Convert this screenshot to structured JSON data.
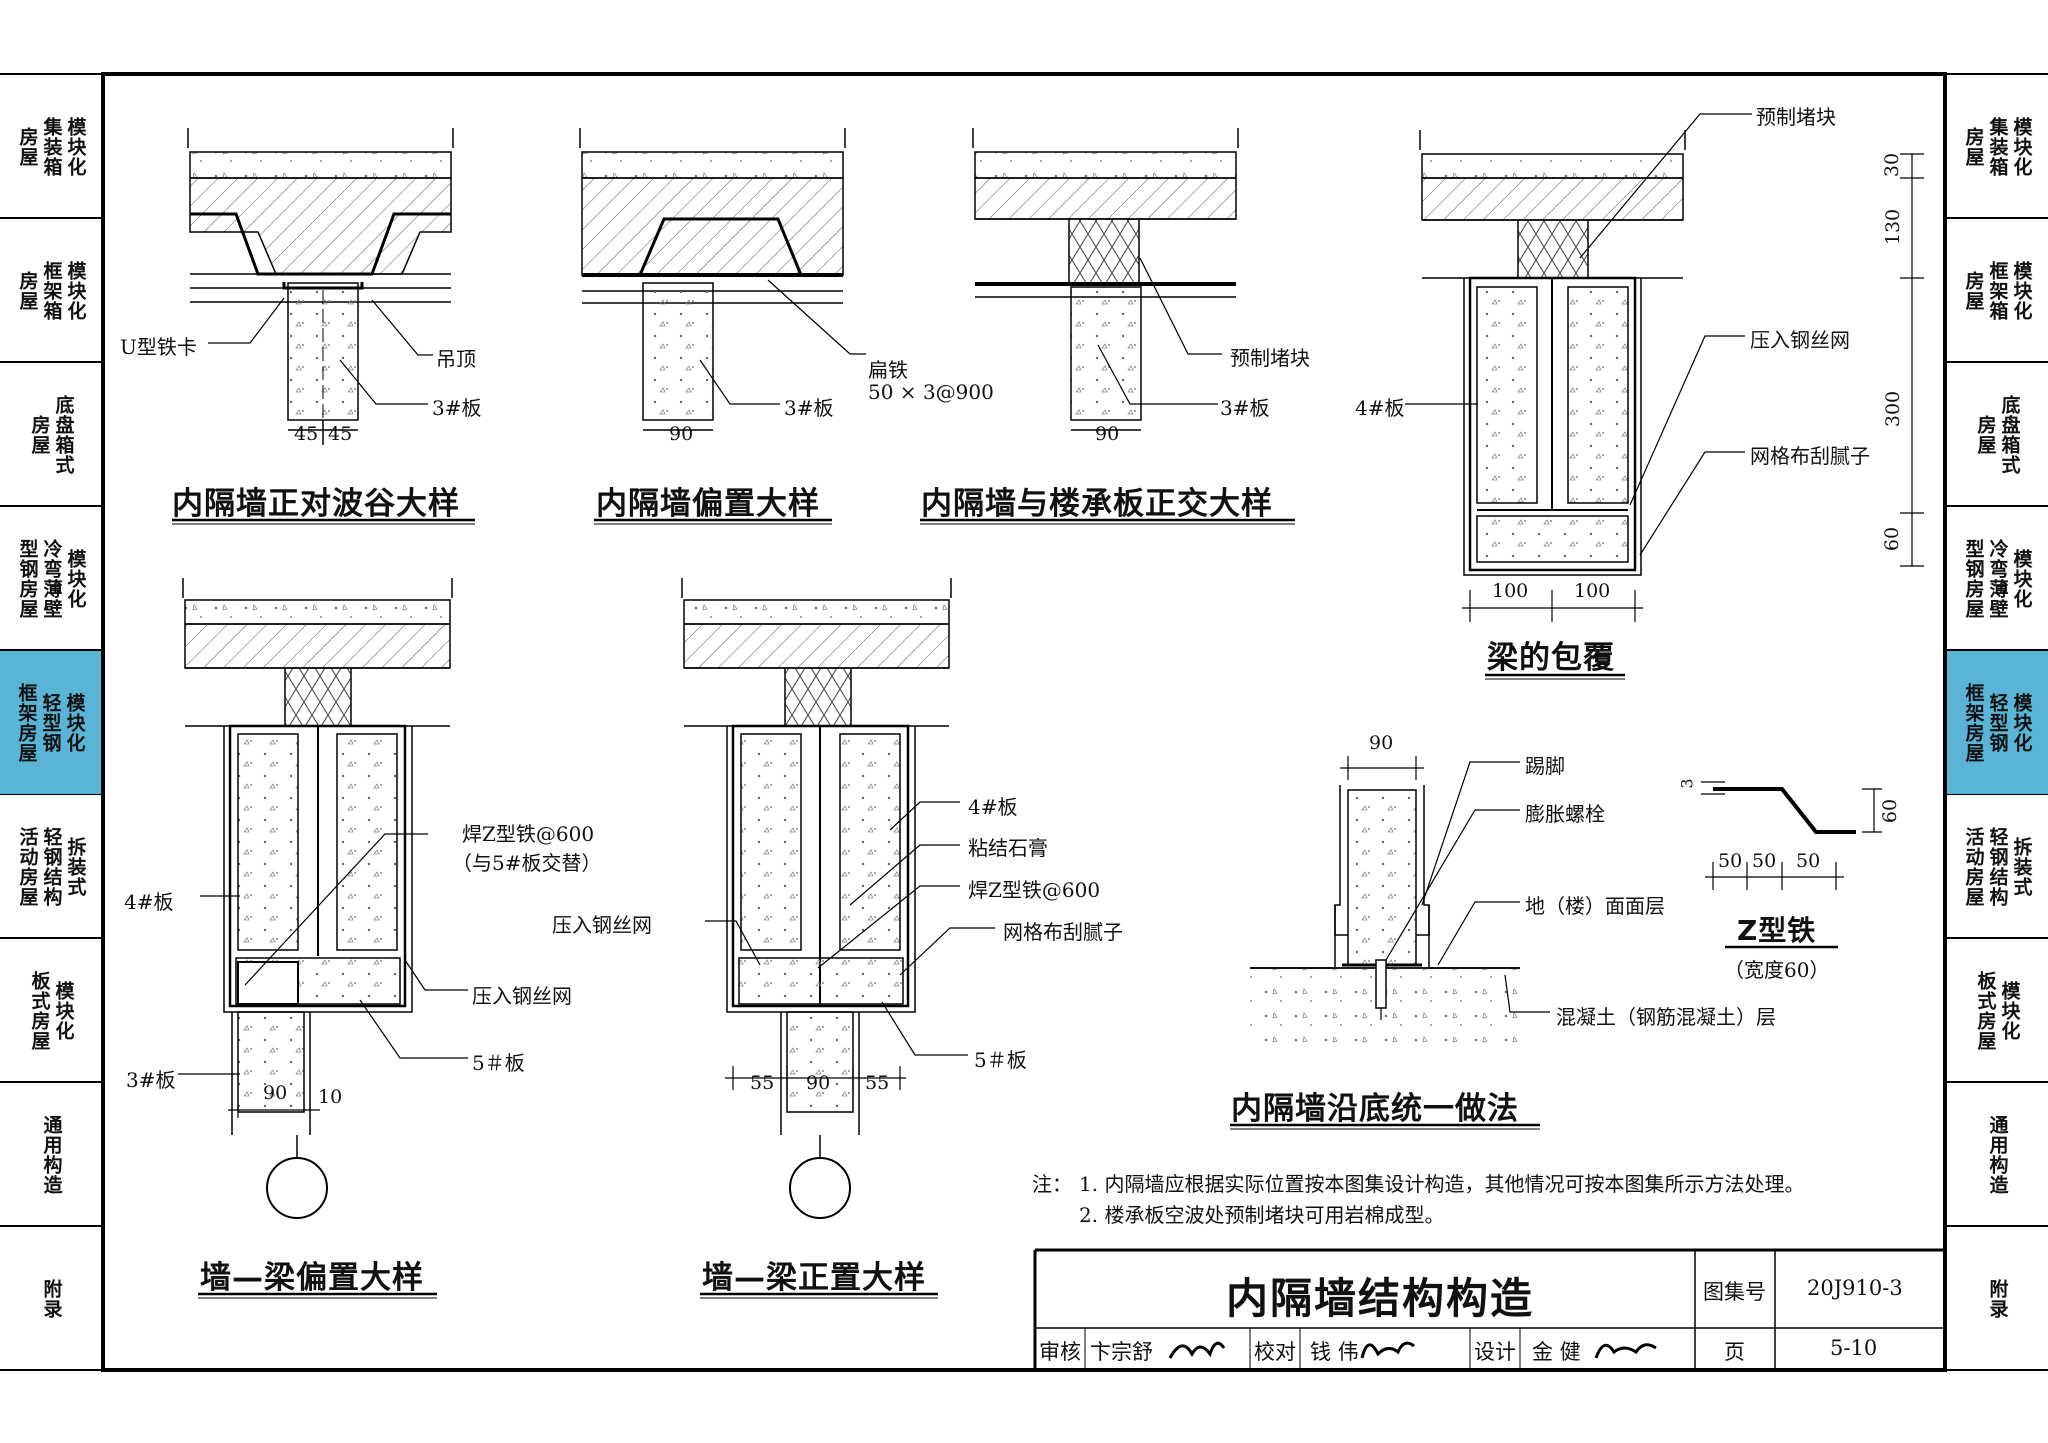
{
  "sidebar_left": [
    {
      "cols": [
        "模块化",
        "集装箱",
        "房屋"
      ],
      "active": false
    },
    {
      "cols": [
        "模块化",
        "框架箱",
        "房屋"
      ],
      "active": false
    },
    {
      "cols": [
        "底盘箱式",
        "房屋"
      ],
      "active": false
    },
    {
      "cols": [
        "模块化",
        "冷弯薄壁",
        "型钢房屋"
      ],
      "active": false
    },
    {
      "cols": [
        "模块化",
        "轻型钢",
        "框架房屋"
      ],
      "active": true
    },
    {
      "cols": [
        "拆装式",
        "轻钢结构",
        "活动房屋"
      ],
      "active": false
    },
    {
      "cols": [
        "模块化",
        "板式房屋"
      ],
      "active": false
    },
    {
      "cols": [
        "通用构造"
      ],
      "active": false
    },
    {
      "cols": [
        "附录"
      ],
      "active": false
    }
  ],
  "sidebar_right": [
    {
      "cols": [
        "模块化",
        "集装箱",
        "房屋"
      ],
      "active": false
    },
    {
      "cols": [
        "模块化",
        "框架箱",
        "房屋"
      ],
      "active": false
    },
    {
      "cols": [
        "底盘箱式",
        "房屋"
      ],
      "active": false
    },
    {
      "cols": [
        "模块化",
        "冷弯薄壁",
        "型钢房屋"
      ],
      "active": false
    },
    {
      "cols": [
        "模块化",
        "轻型钢",
        "框架房屋"
      ],
      "active": true
    },
    {
      "cols": [
        "拆装式",
        "轻钢结构",
        "活动房屋"
      ],
      "active": false
    },
    {
      "cols": [
        "模块化",
        "板式房屋"
      ],
      "active": false
    },
    {
      "cols": [
        "通用构造"
      ],
      "active": false
    },
    {
      "cols": [
        "附录"
      ],
      "active": false
    }
  ],
  "details": {
    "d1": {
      "title": "内隔墙正对波谷大样",
      "labels": {
        "clip": "U型铁卡",
        "ceiling": "吊顶",
        "board": "3#板"
      },
      "dims": [
        "45",
        "45"
      ]
    },
    "d2": {
      "title": "内隔墙偏置大样",
      "labels": {
        "flat_iron": "扁铁",
        "flat_iron_spec": "50 × 3@900",
        "board": "3#板"
      },
      "dims": [
        "90"
      ]
    },
    "d3": {
      "title": "内隔墙与楼承板正交大样",
      "labels": {
        "block": "预制堵块",
        "board": "3#板"
      },
      "dims": [
        "90"
      ]
    },
    "d4": {
      "title": "梁的包覆",
      "labels": {
        "block": "预制堵块",
        "mesh": "压入钢丝网",
        "putty": "网格布刮腻子",
        "board": "4#板"
      },
      "dims_h": [
        "100",
        "100"
      ],
      "dims_v": [
        "30",
        "130",
        "300",
        "60"
      ]
    },
    "d5": {
      "title": "墙—梁偏置大样",
      "labels": {
        "z_iron": "焊Z型铁@600",
        "z_note": "（与5#板交替）",
        "board4": "4#板",
        "mesh": "压入钢丝网",
        "board5": "5＃板",
        "board3": "3#板"
      },
      "dims": [
        "90",
        "10"
      ]
    },
    "d6": {
      "title": "墙—梁正置大样",
      "labels": {
        "board4": "4#板",
        "gypsum": "粘结石膏",
        "z_iron": "焊Z型铁@600",
        "mesh": "压入钢丝网",
        "putty": "网格布刮腻子",
        "board5": "5＃板"
      },
      "dims": [
        "55",
        "90",
        "55"
      ]
    },
    "d7": {
      "title": "内隔墙沿底统一做法",
      "labels": {
        "skirting": "踢脚",
        "bolt": "膨胀螺栓",
        "floor": "地（楼）面面层",
        "concrete": "混凝土（钢筋混凝土）层"
      },
      "dims": [
        "90"
      ]
    },
    "d8": {
      "title": "Z型铁",
      "subtitle": "（宽度60）",
      "dims_h": [
        "50",
        "50",
        "50"
      ],
      "dims_v": [
        "3",
        "60"
      ]
    }
  },
  "notes": {
    "prefix": "注：",
    "items": [
      "1.  内隔墙应根据实际位置按本图集设计构造，其他情况可按本图集所示方法处理。",
      "2.  楼承板空波处预制堵块可用岩棉成型。"
    ]
  },
  "title_block": {
    "drawing_title": "内隔墙结构构造",
    "atlas_label": "图集号",
    "atlas_no": "20J910-3",
    "reviewer_label": "审核",
    "reviewer": "卞宗舒",
    "checker_label": "校对",
    "checker": "钱 伟",
    "designer_label": "设计",
    "designer": "金 健",
    "page_label": "页",
    "page_no": "5-10"
  }
}
